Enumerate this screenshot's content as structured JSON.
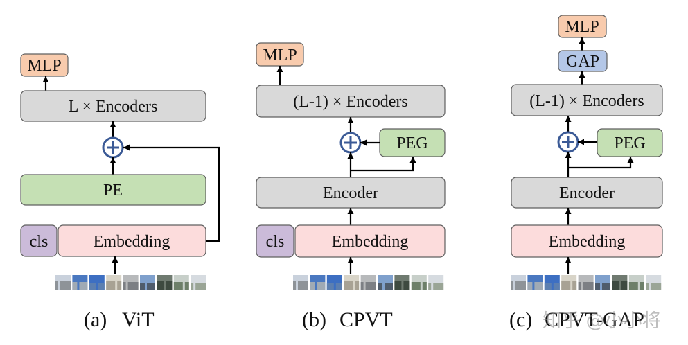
{
  "panels": [
    {
      "caption": {
        "label": "(a)",
        "name": "ViT"
      },
      "mlp": "MLP",
      "encoders": "L × Encoders",
      "pe": "PE",
      "cls": "cls",
      "embedding": "Embedding"
    },
    {
      "caption": {
        "label": "(b)",
        "name": "CPVT"
      },
      "mlp": "MLP",
      "encoders": "(L-1) × Encoders",
      "peg": "PEG",
      "encoder": "Encoder",
      "cls": "cls",
      "embedding": "Embedding"
    },
    {
      "caption": {
        "label": "(c)",
        "name": "CPVT-GAP"
      },
      "mlp": "MLP",
      "gap": "GAP",
      "encoders": "(L-1) × Encoders",
      "peg": "PEG",
      "encoder": "Encoder",
      "embedding": "Embedding"
    }
  ],
  "icons": {
    "add": "plus-circle-icon",
    "input": "image-patch-icon",
    "flow": "arrow-icon"
  },
  "colors": {
    "mlp": "#f8cbad",
    "encoder": "#d9d9d9",
    "position": "#c5e0b4",
    "embedding": "#fcdcdc",
    "cls": "#cbbbd9",
    "gap": "#b4c7e7",
    "add_ring": "#3b5a96",
    "box_border": "#5f5f5f",
    "arrow": "#000000"
  },
  "image_patches": {
    "colors": [
      [
        "#c9d1dc",
        "#8e9398"
      ],
      [
        "#4a78c0",
        "#a0aab4"
      ],
      [
        "#3d6fc2",
        "#5c7fb0"
      ],
      [
        "#d8d4c8",
        "#a8a294"
      ],
      [
        "#b7b9bb",
        "#7c7f84"
      ],
      [
        "#7fa0cc",
        "#4f5c6c"
      ],
      [
        "#6f7a70",
        "#3e4a40"
      ],
      [
        "#c7cfc9",
        "#6d7f69"
      ],
      [
        "#d6dbe0",
        "#9aa596"
      ]
    ]
  },
  "watermark": "知乎 @小小将"
}
